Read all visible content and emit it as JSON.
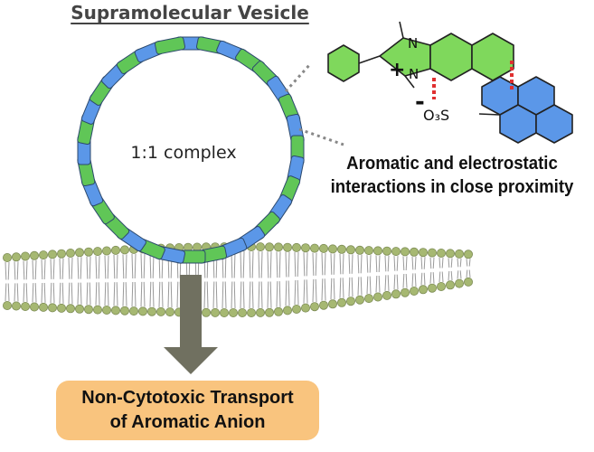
{
  "title": "Supramolecular Vesicle",
  "vesicle": {
    "center_label": "1:1 complex",
    "colors": {
      "blue": "#5b97e8",
      "green": "#60c657",
      "outline": "#2d4a6e"
    }
  },
  "interaction_label": [
    "Aromatic and electrostatic",
    "interactions in close proximity"
  ],
  "molecule": {
    "plus": "+",
    "minus": "-",
    "n_upper": "N",
    "n_lower": "N",
    "sulfonate": "O₃S",
    "colors": {
      "cation": "#7fd85c",
      "anion": "#5b97e8",
      "contact": "#e03030"
    }
  },
  "membrane": {
    "head_color": "#a6b872",
    "tail_color": "#9a9a9a"
  },
  "arrow_color": "#707060",
  "result": {
    "line1": "Non-Cytotoxic Transport",
    "line2": "of Aromatic Anion",
    "color": "#f9c47e"
  }
}
